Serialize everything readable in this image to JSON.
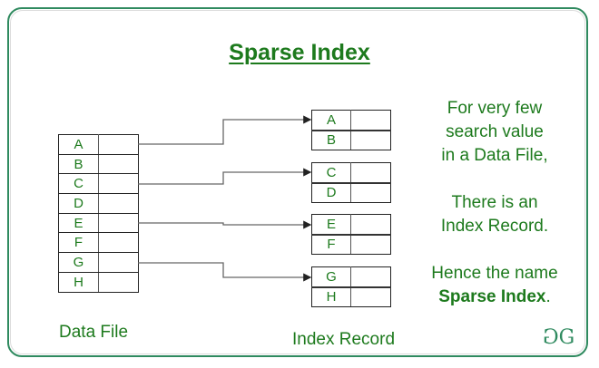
{
  "title": "Sparse Index",
  "colors": {
    "text_green": "#1d7a1d",
    "frame_green": "#2f8a5f",
    "line_gray": "#555555"
  },
  "data_file": {
    "label": "Data File",
    "rows": [
      "A",
      "B",
      "C",
      "D",
      "E",
      "F",
      "G",
      "H"
    ]
  },
  "index_record": {
    "label": "Index Record",
    "blocks": [
      {
        "keys": [
          "A",
          "B"
        ]
      },
      {
        "keys": [
          "C",
          "D"
        ]
      },
      {
        "keys": [
          "E",
          "F"
        ]
      },
      {
        "keys": [
          "G",
          "H"
        ]
      }
    ]
  },
  "connectors": [
    {
      "from": "A",
      "to_block": 0
    },
    {
      "from": "C",
      "to_block": 1
    },
    {
      "from": "E",
      "to_block": 2
    },
    {
      "from": "G",
      "to_block": 3
    }
  ],
  "explanation": {
    "line1": "For very few",
    "line2": "search value",
    "line3": "in a Data File,",
    "line4": "There is an",
    "line5": "Index Record.",
    "line6": "Hence the name",
    "line7_bold": "Sparse Index",
    "line7_tail": "."
  },
  "logo": {
    "left_glyph": "G",
    "right_glyph": "G",
    "name": "gfg-logo"
  }
}
